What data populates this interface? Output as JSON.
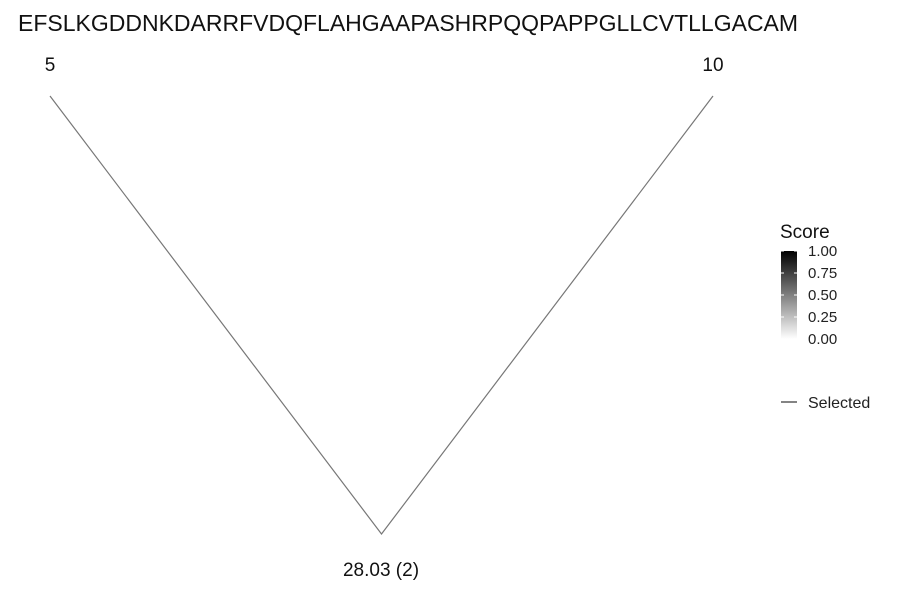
{
  "chart_data": {
    "type": "arc",
    "sequence": "EFSLKGDDNKDARRFVDQFLAHGAAPASHRPQQPAPPGLLCVTLLGACAM",
    "arcs": [
      {
        "start": 5,
        "end": 10,
        "start_label": "5",
        "end_label": "10",
        "label": "28.03 (2)",
        "score": 1.0,
        "selected": true
      }
    ],
    "legend": {
      "title": "Score",
      "ticks": [
        "1.00",
        "0.75",
        "0.50",
        "0.25",
        "0.00"
      ],
      "tick_values": [
        1.0,
        0.75,
        0.5,
        0.25,
        0.0
      ],
      "range": [
        0,
        1
      ],
      "color_low": "#ffffff",
      "color_high": "#000000",
      "selected_label": "Selected",
      "position": "right"
    },
    "colors": {
      "arc_line": "#777777"
    }
  }
}
